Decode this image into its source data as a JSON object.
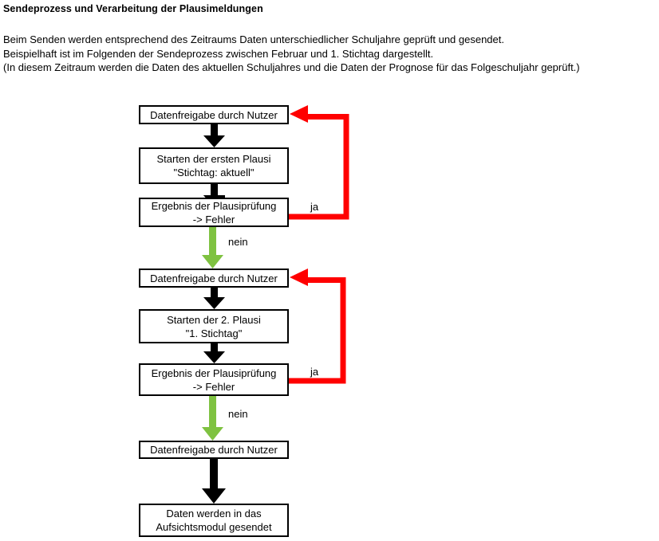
{
  "document": {
    "title": "Sendeprozess und Verarbeitung der Plausimeldungen",
    "intro_lines": [
      "Beim Senden werden entsprechend des Zeitraums Daten unterschiedlicher Schuljahre geprüft und gesendet.",
      "Beispielhaft ist im Folgenden der Sendeprozess zwischen Februar und 1. Stichtag dargestellt.",
      "(In diesem Zeitraum werden die Daten des aktuellen Schuljahres und die Daten der Prognose für das Folgeschuljahr geprüft.)"
    ]
  },
  "colors": {
    "box_border": "#000000",
    "box_fill": "#ffffff",
    "text": "#000000",
    "arrow_black": "#000000",
    "arrow_green": "#7FC241",
    "arrow_red": "#FF0000",
    "background": "#ffffff"
  },
  "flowchart": {
    "type": "flowchart",
    "orientation": "top-to-bottom",
    "nodes": [
      {
        "id": "n1",
        "label_line1": "Datenfreigabe durch Nutzer",
        "label_line2": ""
      },
      {
        "id": "n2",
        "label_line1": "Starten der ersten Plausi",
        "label_line2": "\"Stichtag: aktuell\""
      },
      {
        "id": "n3",
        "label_line1": "Ergebnis der Plausiprüfung",
        "label_line2": "-> Fehler"
      },
      {
        "id": "n4",
        "label_line1": "Datenfreigabe durch Nutzer",
        "label_line2": ""
      },
      {
        "id": "n5",
        "label_line1": "Starten der 2. Plausi",
        "label_line2": "\"1. Stichtag\""
      },
      {
        "id": "n6",
        "label_line1": "Ergebnis der Plausiprüfung",
        "label_line2": "-> Fehler"
      },
      {
        "id": "n7",
        "label_line1": "Datenfreigabe durch Nutzer",
        "label_line2": ""
      },
      {
        "id": "n8",
        "label_line1": "Daten werden in das",
        "label_line2": "Aufsichtsmodul gesendet"
      }
    ],
    "edges": [
      {
        "id": "e1",
        "from": "n1",
        "to": "n2",
        "label": "",
        "color": "#000000"
      },
      {
        "id": "e2",
        "from": "n2",
        "to": "n3",
        "label": "",
        "color": "#000000"
      },
      {
        "id": "e3",
        "from": "n3",
        "to": "n1",
        "label": "ja",
        "color": "#FF0000"
      },
      {
        "id": "e4",
        "from": "n3",
        "to": "n4",
        "label": "nein",
        "color": "#7FC241"
      },
      {
        "id": "e5",
        "from": "n4",
        "to": "n5",
        "label": "",
        "color": "#000000"
      },
      {
        "id": "e6",
        "from": "n5",
        "to": "n6",
        "label": "",
        "color": "#000000"
      },
      {
        "id": "e7",
        "from": "n6",
        "to": "n4",
        "label": "ja",
        "color": "#FF0000"
      },
      {
        "id": "e8",
        "from": "n6",
        "to": "n7",
        "label": "nein",
        "color": "#7FC241"
      },
      {
        "id": "e9",
        "from": "n7",
        "to": "n8",
        "label": "",
        "color": "#000000"
      }
    ],
    "edge_labels": {
      "ja_1": "ja",
      "nein_1": "nein",
      "ja_2": "ja",
      "nein_2": "nein"
    }
  }
}
